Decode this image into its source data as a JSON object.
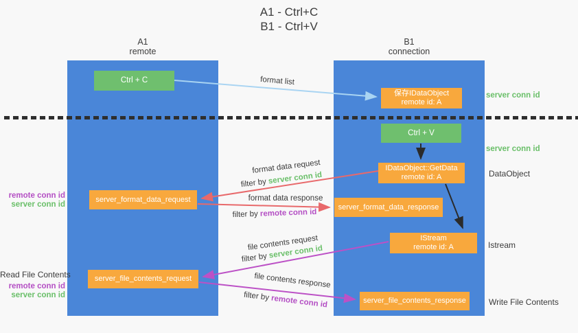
{
  "title": {
    "line1": "A1 - Ctrl+C",
    "line2": "B1 - Ctrl+V"
  },
  "columns": {
    "a": {
      "id": "A1",
      "role": "remote"
    },
    "b": {
      "id": "B1",
      "role": "connection"
    }
  },
  "nodes": {
    "ctrl_c": {
      "label": "Ctrl + C"
    },
    "save_idataobject": {
      "line1": "保存IDataObject",
      "line2": "remote id: A"
    },
    "ctrl_v": {
      "label": "Ctrl + V"
    },
    "getdata": {
      "line1": "IDataObject::GetData",
      "line2": "remote id: A"
    },
    "format_request": {
      "label": "server_format_data_request"
    },
    "format_response": {
      "label": "server_format_data_response"
    },
    "istream": {
      "line1": "IStream",
      "line2": "remote id: A"
    },
    "file_request": {
      "label": "server_file_contents_request"
    },
    "file_response": {
      "label": "server_file_contents_response"
    }
  },
  "edge_labels": {
    "format_list": "format list",
    "format_data_request": "format data request",
    "format_data_response": "format data response",
    "file_contents_request": "file contents request",
    "file_contents_response": "file contents response",
    "filter_by": "filter by ",
    "server_conn_id": "server conn id",
    "remote_conn_id": "remote conn id"
  },
  "side_labels": {
    "server_conn_id_top": "server conn id",
    "server_conn_id_mid": "server conn id",
    "dataobject": "DataObject",
    "istream": "Istream",
    "write_file_contents": "Write File Contents",
    "read_file_contents": "Read File Contents",
    "remote_conn_id": "remote conn id",
    "server_conn_id": "server conn id"
  },
  "edges": [
    {
      "from": "ctrl_c",
      "to": "save_idataobject",
      "color": "#a9d4f2",
      "label": "format list"
    },
    {
      "from": "ctrl_v",
      "to": "getdata",
      "color": "#2b2b2b",
      "label": ""
    },
    {
      "from": "getdata",
      "to": "istream",
      "color": "#2b2b2b",
      "label": ""
    },
    {
      "from": "getdata",
      "to": "format_request",
      "color": "#e8696b",
      "label": "format data request, filter by server conn id"
    },
    {
      "from": "format_request",
      "to": "format_response",
      "color": "#e8696b",
      "label": "format data response, filter by remote conn id"
    },
    {
      "from": "istream",
      "to": "file_request",
      "color": "#bc51c6",
      "label": "file contents request, filter by server conn id"
    },
    {
      "from": "file_request",
      "to": "file_response",
      "color": "#bc51c6",
      "label": "file contents response, filter by remote conn id"
    }
  ],
  "colors": {
    "lane_blue": "#4a86d8",
    "node_green": "#6fbf6e",
    "node_orange": "#f8a83d",
    "arrow_red": "#e8696b",
    "arrow_magenta": "#bc51c6",
    "arrow_light_blue": "#a9d4f2",
    "arrow_black": "#2b2b2b",
    "text_green": "#6abf69",
    "text_purple": "#b44fc4",
    "background": "#f8f8f8"
  }
}
